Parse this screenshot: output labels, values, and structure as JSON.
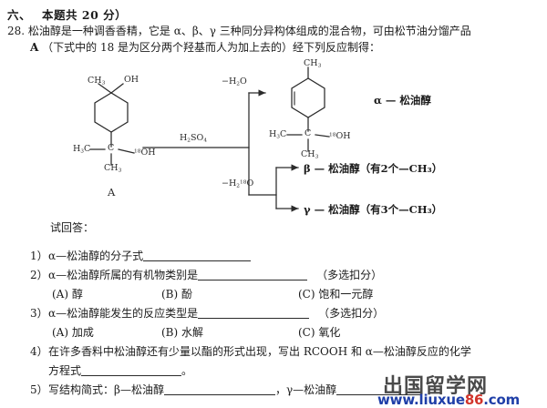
{
  "document": {
    "section_header": "六、",
    "section_header_rest": "本题共 20 分）",
    "question_number": "28",
    "stem_line1": ". 松油醇是一种调香香精，它是 α、β、γ 三种同分异构体组成的混合物，可由松节油分馏产品",
    "stem_line2_label": "A",
    "stem_line2": "（下式中的 18 是为区分两个羟基而人为加上去的）经下列反应制得：",
    "try_answer": "试回答："
  },
  "scheme": {
    "reactant_label": "A",
    "reactant_atoms": {
      "ch3_top": "CH₃",
      "oh_top": "OH",
      "h3c_left": "H₃C",
      "c_center": "C",
      "oh18_right": "¹⁸OH",
      "ch3_bottom": "CH₃"
    },
    "reagent": "H₂SO₄",
    "loss_top": "−H₂O",
    "loss_bottom": "−H₂¹⁸O",
    "product_alpha_atoms": {
      "ch3_top": "CH₃",
      "h3c_left": "H₃C",
      "c_center": "C",
      "oh18_right": "¹⁸OH",
      "ch3_bottom": "CH₃"
    },
    "product_alpha_label": "α — 松油醇",
    "product_beta_label": "β — 松油醇（有2个—CH₃）",
    "product_gamma_label": "γ — 松油醇（有3个—CH₃）"
  },
  "questions": [
    {
      "num": "1）",
      "text": "α—松油醇的分子式",
      "note": ""
    },
    {
      "num": "2）",
      "text": "α—松油醇所属的有机物类别是",
      "note": "（多选扣分）",
      "options": [
        "(A) 醇",
        "(B) 酚",
        "(C) 饱和一元醇"
      ]
    },
    {
      "num": "3）",
      "text": "α—松油醇能发生的反应类型是",
      "note": "（多选扣分）",
      "options": [
        "(A) 加成",
        "(B) 水解",
        "(C) 氧化"
      ]
    },
    {
      "num": "4）",
      "text": "在许多香料中松油醇还有少量以酯的形式出现，写出 RCOOH 和 α—松油醇反应的化学",
      "text_line2": "方程式",
      "trailing": "。"
    },
    {
      "num": "5）",
      "text": "写结构简式：β—松油醇",
      "separator": "，",
      "text2": "γ—松油醇"
    }
  ],
  "watermark": {
    "cn": "出国留学网",
    "url_prefix": "www.liuxue",
    "url_accent": "86",
    "url_suffix": ".com",
    "color_blue": "#1f3fa8",
    "color_red": "#d1342b"
  }
}
